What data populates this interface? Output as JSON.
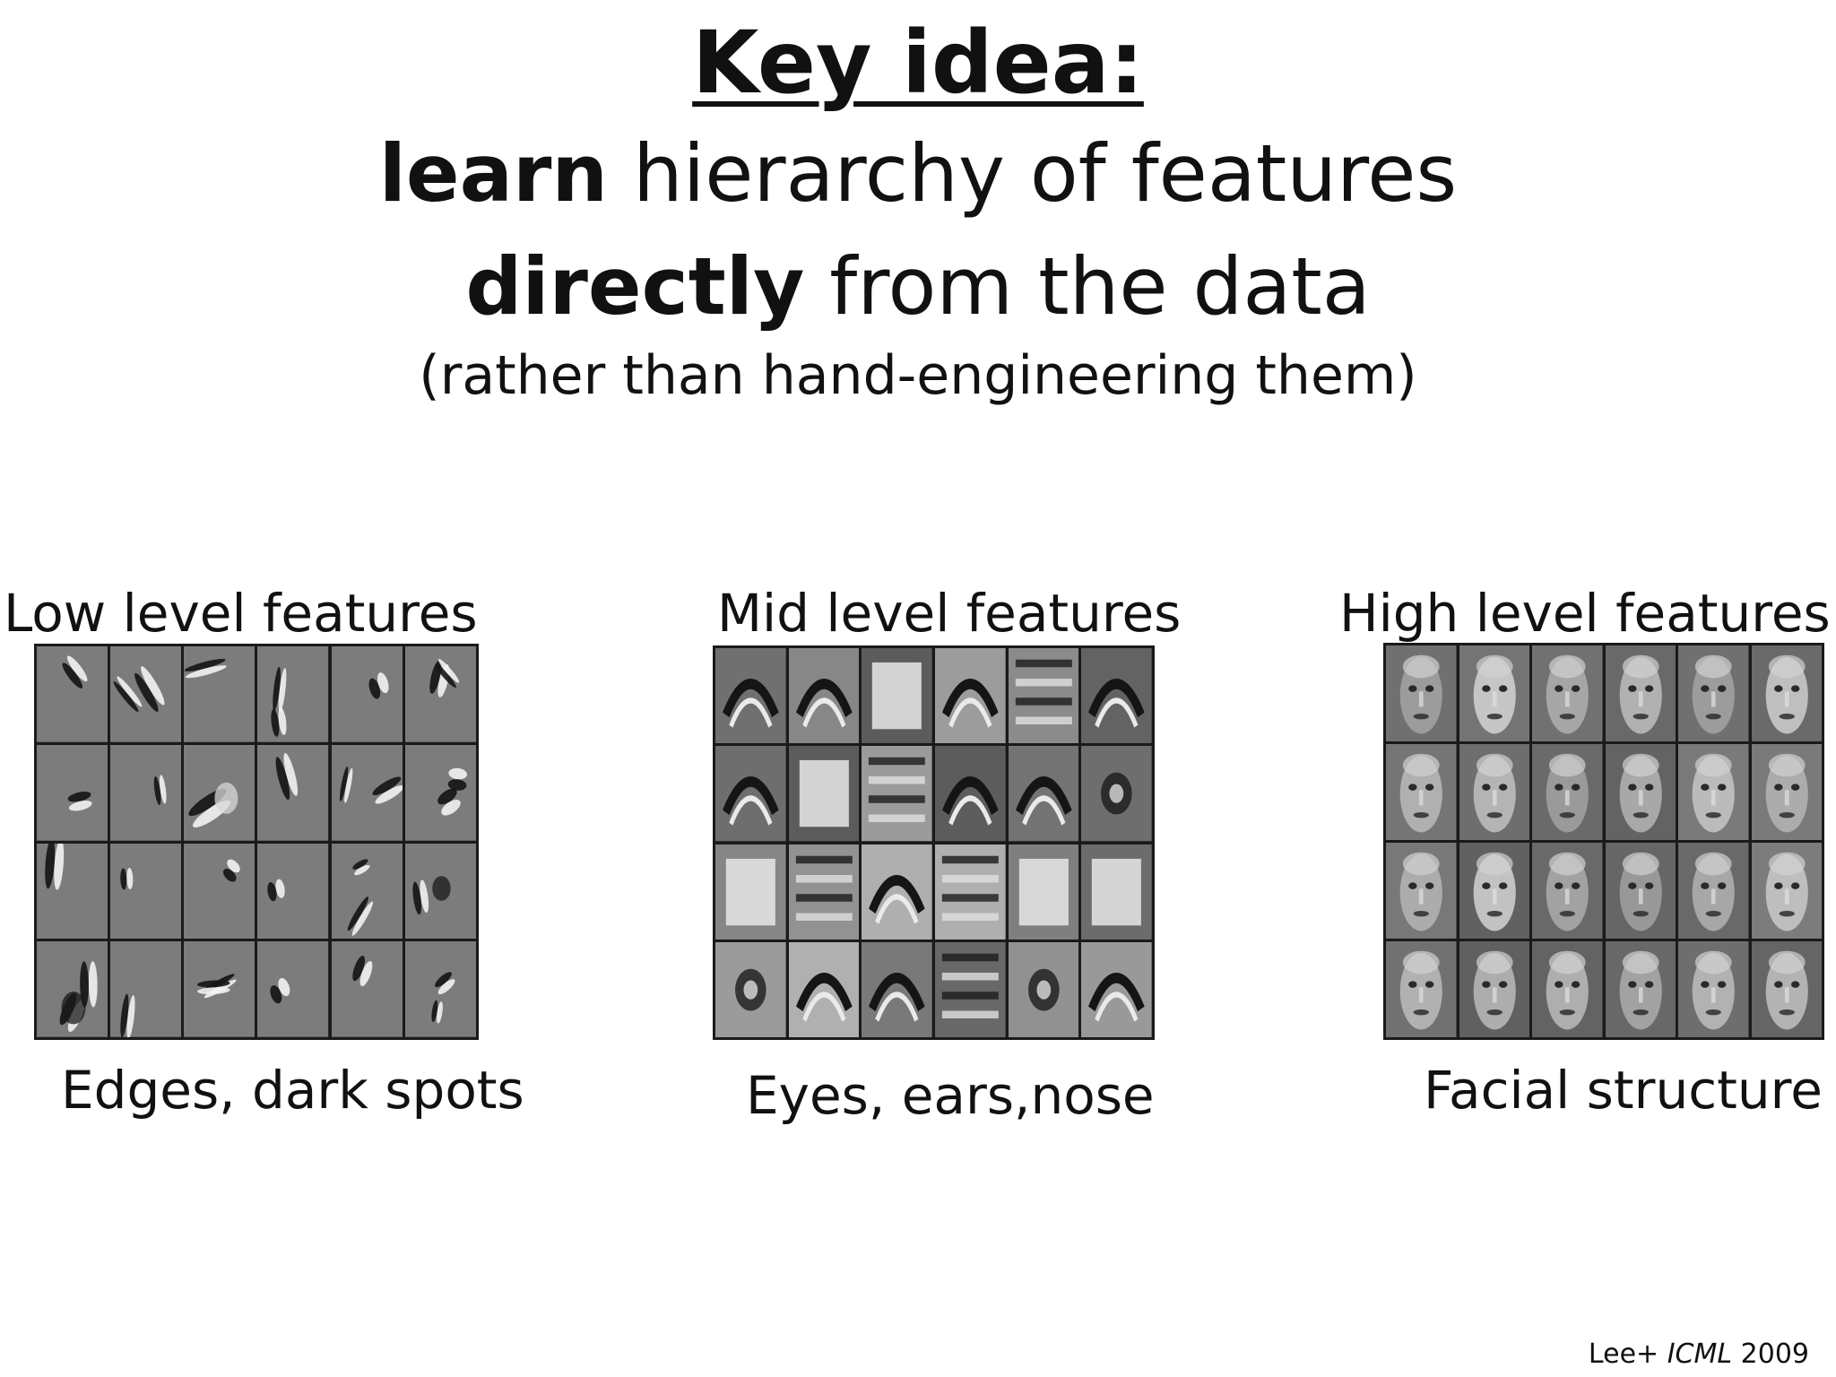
{
  "heading": {
    "title": "Key idea:",
    "line1_bold": "learn",
    "line1_rest": " hierarchy of features",
    "line2_bold": "directly",
    "line2_rest": " from the data",
    "line3": "(rather than hand-engineering them)"
  },
  "panels": {
    "low": {
      "title": "Low level features",
      "caption": "Edges, dark spots"
    },
    "mid": {
      "title": "Mid level features",
      "caption": "Eyes, ears,nose"
    },
    "high": {
      "title": "High level features",
      "caption": "Facial structure"
    }
  },
  "citation": {
    "author": "Lee+ ",
    "venue": "ICML",
    "year": " 2009"
  },
  "colors": {
    "cell_gray": "#7c7c7c",
    "grid_line": "#1a1a1a",
    "text": "#111111"
  }
}
